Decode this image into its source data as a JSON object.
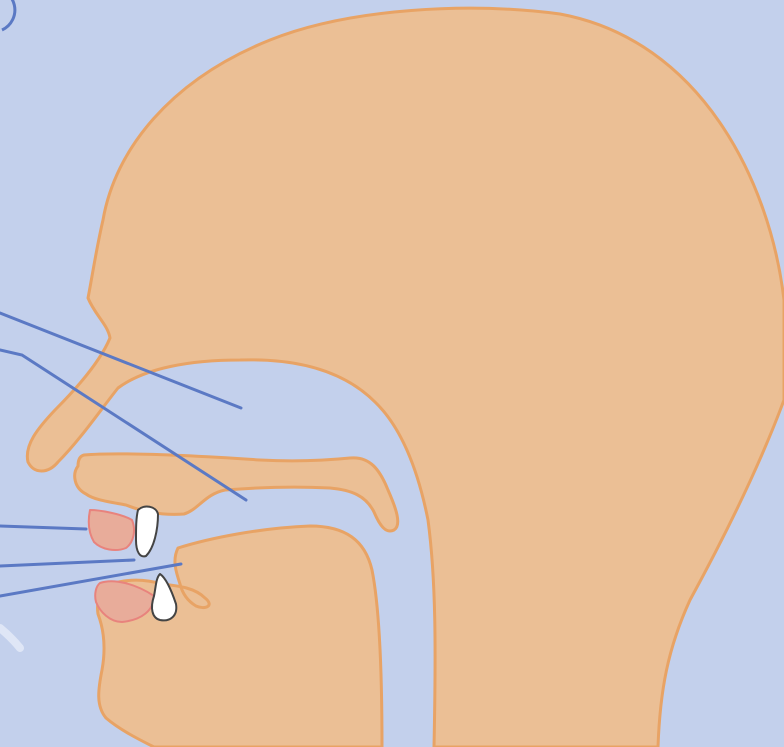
{
  "diagram": {
    "subject": "sagittal-section-head-vocal-tract",
    "colors": {
      "background": "#c3d0ec",
      "skin_fill": "#ebbf95",
      "skin_outline": "#e8a365",
      "lip_fill": "#e8ac9a",
      "lip_outline": "#e8837d",
      "tooth_fill": "#ffffff",
      "tooth_outline": "#444444",
      "pointer_line": "#5b79c4"
    },
    "parts": [
      {
        "id": "head",
        "icon": "head-profile"
      },
      {
        "id": "nose",
        "icon": "nose"
      },
      {
        "id": "nasal-cavity",
        "icon": "cavity"
      },
      {
        "id": "hard-palate",
        "icon": "palate"
      },
      {
        "id": "velum",
        "icon": "soft-palate"
      },
      {
        "id": "pharynx",
        "icon": "airway"
      },
      {
        "id": "upper-lip",
        "icon": "lip"
      },
      {
        "id": "lower-lip",
        "icon": "lip"
      },
      {
        "id": "upper-teeth",
        "icon": "tooth"
      },
      {
        "id": "lower-teeth",
        "icon": "tooth"
      },
      {
        "id": "alveolar-ridge",
        "icon": "ridge"
      },
      {
        "id": "chin",
        "icon": "chin"
      }
    ],
    "pointers": [
      {
        "id": "nasal-cavity-pointer",
        "target": "nasal-cavity"
      },
      {
        "id": "velum-pointer",
        "target": "velum"
      },
      {
        "id": "upper-lip-pointer",
        "target": "upper-lip"
      },
      {
        "id": "upper-teeth-pointer",
        "target": "upper-teeth"
      },
      {
        "id": "alveolar-ridge-pointer",
        "target": "alveolar-ridge"
      }
    ]
  }
}
